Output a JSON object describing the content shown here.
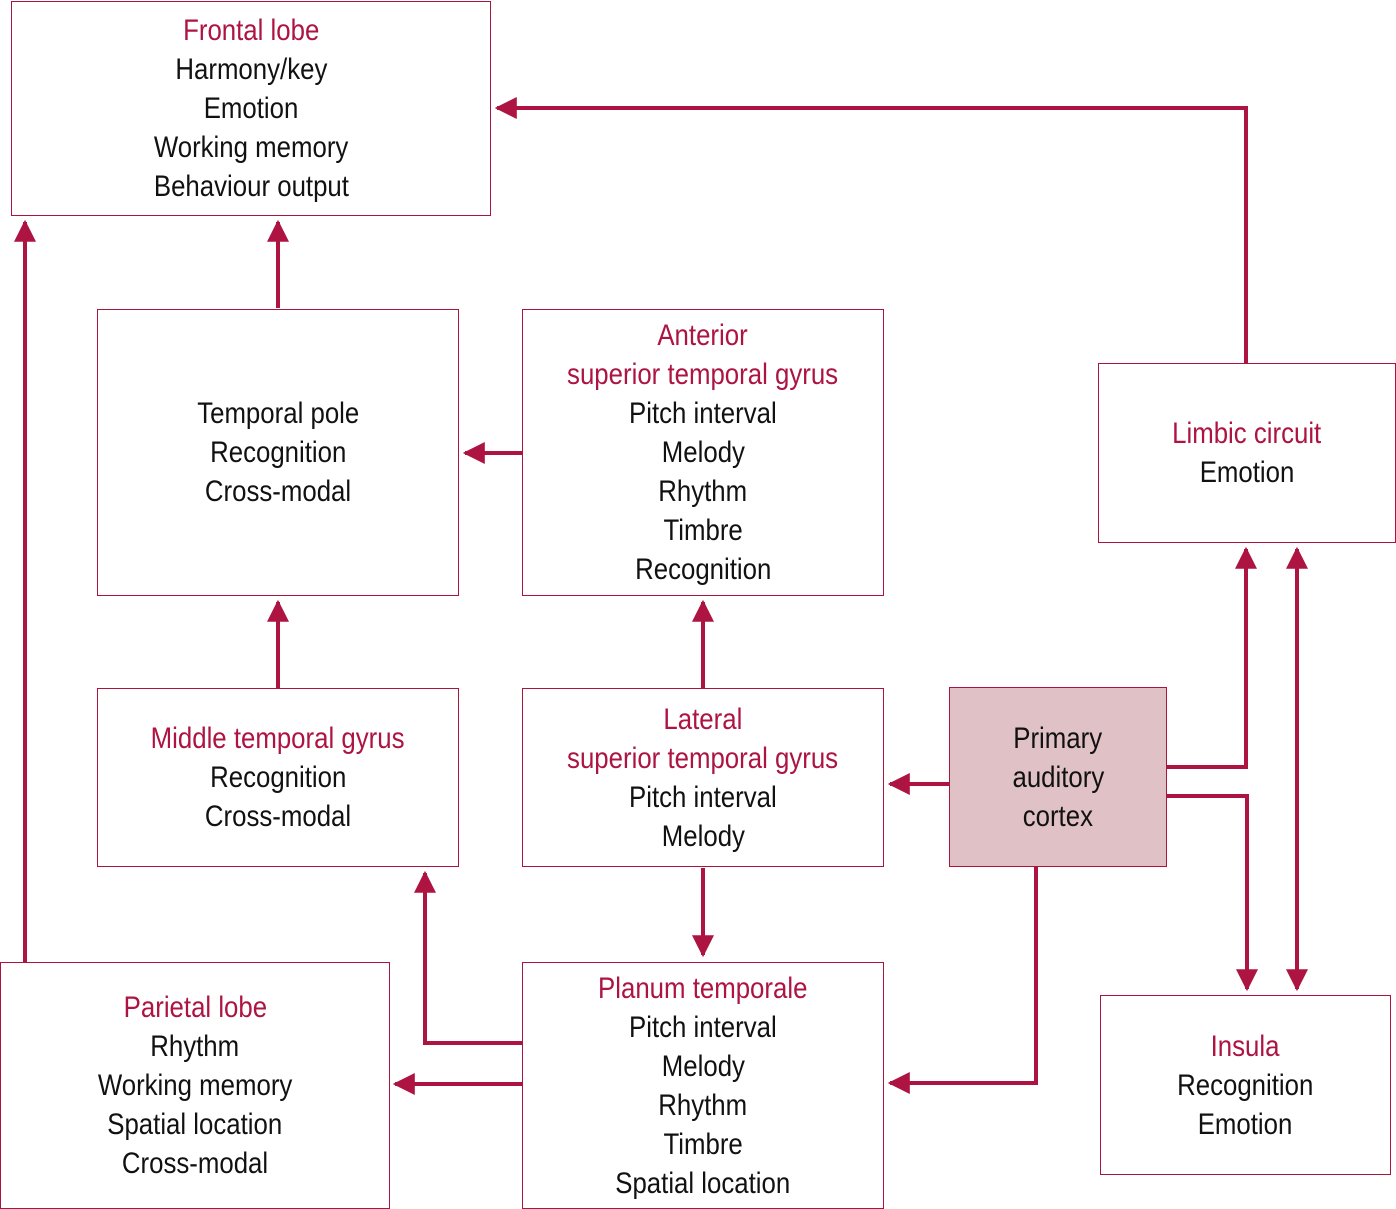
{
  "colors": {
    "accent": "#ad1442",
    "primary_fill": "#e0c2c6",
    "text": "#111111"
  },
  "nodes": {
    "frontal": {
      "title": "Frontal lobe",
      "items": [
        "Harmony/key",
        "Emotion",
        "Working memory",
        "Behaviour output"
      ]
    },
    "temporal_pole": {
      "title": "Temporal pole",
      "items": [
        "Recognition",
        "Cross-modal"
      ]
    },
    "anterior_stg": {
      "title_1": "Anterior",
      "title_2": "superior temporal gyrus",
      "items": [
        "Pitch interval",
        "Melody",
        "Rhythm",
        "Timbre",
        "Recognition"
      ]
    },
    "limbic": {
      "title": "Limbic circuit",
      "items": [
        "Emotion"
      ]
    },
    "middle_tg": {
      "title": "Middle temporal gyrus",
      "items": [
        "Recognition",
        "Cross-modal"
      ]
    },
    "lateral_stg": {
      "title_1": "Lateral",
      "title_2": "superior temporal gyrus",
      "items": [
        "Pitch interval",
        "Melody"
      ]
    },
    "primary": {
      "lines": [
        "Primary",
        "auditory",
        "cortex"
      ]
    },
    "parietal": {
      "title": "Parietal lobe",
      "items": [
        "Rhythm",
        "Working memory",
        "Spatial location",
        "Cross-modal"
      ]
    },
    "planum": {
      "title": "Planum temporale",
      "items": [
        "Pitch interval",
        "Melody",
        "Rhythm",
        "Timbre",
        "Spatial location"
      ]
    },
    "insula": {
      "title": "Insula",
      "items": [
        "Recognition",
        "Emotion"
      ]
    }
  },
  "edges": [
    {
      "from": "Temporal pole",
      "to": "Frontal lobe"
    },
    {
      "from": "Parietal lobe",
      "to": "Frontal lobe"
    },
    {
      "from": "Limbic circuit",
      "to": "Frontal lobe"
    },
    {
      "from": "Anterior superior temporal gyrus",
      "to": "Temporal pole"
    },
    {
      "from": "Middle temporal gyrus",
      "to": "Temporal pole"
    },
    {
      "from": "Lateral superior temporal gyrus",
      "to": "Anterior superior temporal gyrus"
    },
    {
      "from": "Primary auditory cortex",
      "to": "Lateral superior temporal gyrus"
    },
    {
      "from": "Lateral superior temporal gyrus",
      "to": "Planum temporale"
    },
    {
      "from": "Primary auditory cortex",
      "to": "Planum temporale"
    },
    {
      "from": "Planum temporale",
      "to": "Middle temporal gyrus"
    },
    {
      "from": "Planum temporale",
      "to": "Parietal lobe"
    },
    {
      "from": "Primary auditory cortex",
      "to": "Limbic circuit"
    },
    {
      "from": "Primary auditory cortex",
      "to": "Insula"
    },
    {
      "from": "Limbic circuit",
      "to": "Insula",
      "bidirectional": true
    }
  ]
}
